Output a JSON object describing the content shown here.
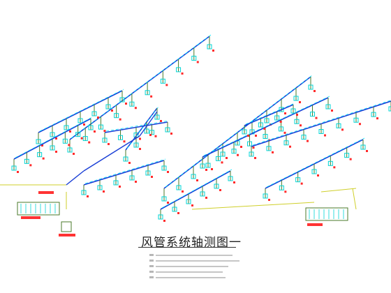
{
  "drawing_title": "风管系统轴测图一",
  "colors": {
    "duct_main": "#1a3fd6",
    "duct_dash": "#00e5ff",
    "duct_branch": "#4a7a2a",
    "diffuser": "#00d4d4",
    "terminal": "#ff2a2a",
    "note_line": "#cfcf2a",
    "unit": "#ff3333"
  },
  "notes": [
    {
      "id": "note-1"
    },
    {
      "id": "note-2"
    },
    {
      "id": "note-3"
    },
    {
      "id": "note-4"
    },
    {
      "id": "note-5"
    }
  ]
}
